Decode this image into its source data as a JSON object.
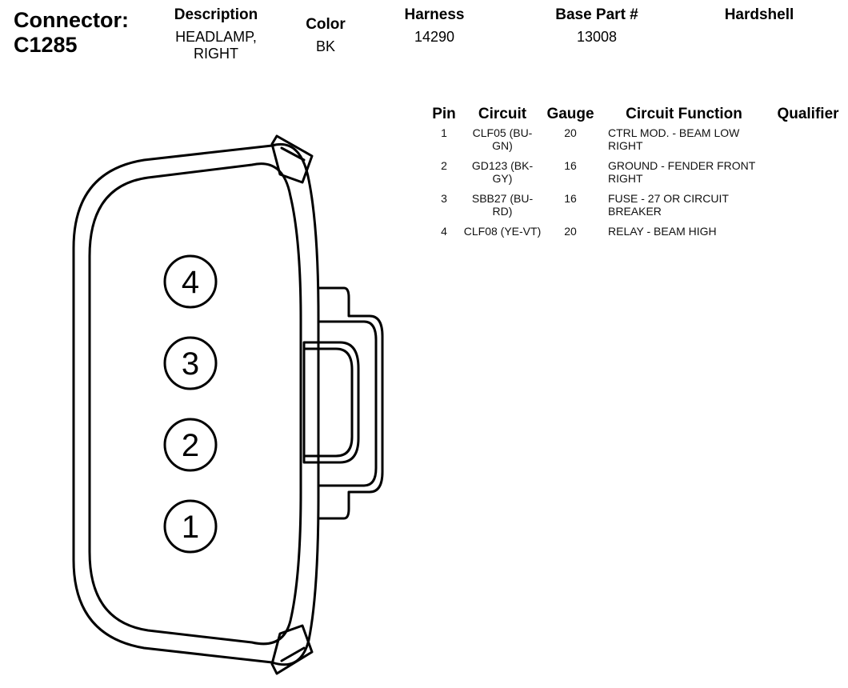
{
  "connector": {
    "label": "Connector:",
    "id": "C1285"
  },
  "header": {
    "description": {
      "label": "Description",
      "value_line1": "HEADLAMP,",
      "value_line2": "RIGHT"
    },
    "color": {
      "label": "Color",
      "value": "BK"
    },
    "harness": {
      "label": "Harness",
      "value": "14290"
    },
    "base_part": {
      "label": "Base Part #",
      "value": "13008"
    },
    "hardshell": {
      "label": "Hardshell",
      "value": ""
    }
  },
  "table": {
    "columns": [
      "Pin",
      "Circuit",
      "Gauge",
      "Circuit Function",
      "Qualifier"
    ],
    "rows": [
      {
        "pin": "1",
        "circuit": "CLF05 (BU-GN)",
        "gauge": "20",
        "function": "CTRL MOD. - BEAM LOW RIGHT",
        "qualifier": ""
      },
      {
        "pin": "2",
        "circuit": "GD123 (BK-GY)",
        "gauge": "16",
        "function": "GROUND - FENDER FRONT RIGHT",
        "qualifier": ""
      },
      {
        "pin": "3",
        "circuit": "SBB27 (BU-RD)",
        "gauge": "16",
        "function": "FUSE - 27 OR CIRCUIT BREAKER",
        "qualifier": ""
      },
      {
        "pin": "4",
        "circuit": "CLF08 (YE-VT)",
        "gauge": "20",
        "function": "RELAY - BEAM HIGH",
        "qualifier": ""
      }
    ]
  },
  "diagram": {
    "pin_labels": [
      "4",
      "3",
      "2",
      "1"
    ]
  }
}
